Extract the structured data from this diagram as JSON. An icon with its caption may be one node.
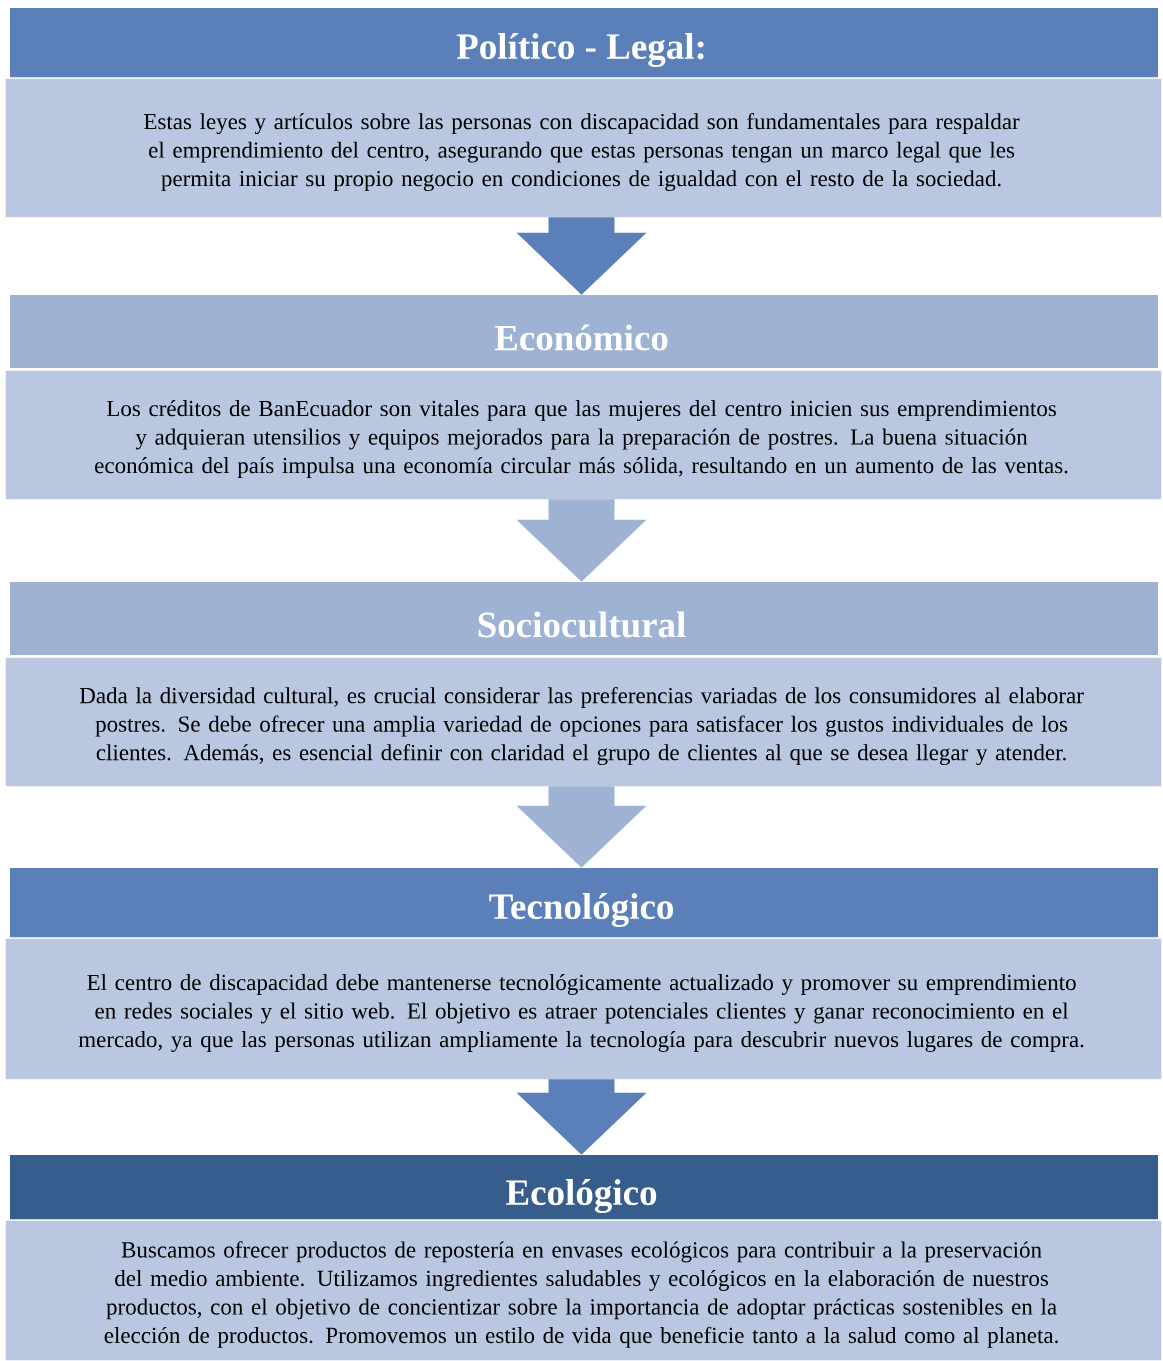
{
  "diagram": {
    "nodes": [
      {
        "text": [
          "Político - Legal:",
          "Estas leyes y artículos sobre las personas con discapacidad son fundamentales para respaldar el emprendimiento del centro, asegurando que estas personas tengan un marco legal que les permita iniciar su propio negocio en condiciones de igualdad con el resto de la sociedad."
        ]
      },
      {
        "text": [
          "Económico",
          "Los créditos de BanEcuador son vitales para que las mujeres del centro inicien sus emprendimientos y adquieran utensilios y equipos mejorados para la preparación de postres. La buena situación económica del país impulsa una economía circular más sólida, resultando en un aumento de las ventas."
        ]
      },
      {
        "text": [
          "Sociocultural",
          "Dada la diversidad cultural, es crucial considerar las preferencias variadas de los consumidores al elaborar postres. Se debe ofrecer una amplia variedad de opciones para satisfacer los gustos individuales de los clientes. Además, es esencial definir con claridad el grupo de clientes al que se desea llegar y atender."
        ]
      },
      {
        "text": [
          "Tecnológico",
          "El centro de discapacidad debe mantenerse tecnológicamente actualizado y promover su emprendimiento en redes sociales y el sitio web. El objetivo es atraer potenciales clientes y ganar reconocimiento en el mercado, ya que las personas utilizan ampliamente la tecnología para descubrir nuevos lugares de compra."
        ]
      },
      {
        "text": [
          "Ecológico",
          "Buscamos ofrecer productos de repostería en envases ecológicos para contribuir a la preservación del medio ambiente. Utilizamos ingredientes saludables y ecológicos en la elaboración de nuestros productos, con el objetivo de concientizar sobre la importancia de adoptar prácticas sostenibles en la elección de productos. Promovemos un estilo de vida que beneficie tanto a la salud como al planeta."
        ]
      }
    ],
    "edges": [
      {
        "from": 0,
        "to": 1,
        "arrow": "to",
        "color": "#5b80b9"
      },
      {
        "from": 1,
        "to": 2,
        "arrow": "to",
        "color": "#9eb2d3"
      },
      {
        "from": 2,
        "to": 3,
        "arrow": "to",
        "color": "#9eb2d3"
      },
      {
        "from": 3,
        "to": 4,
        "arrow": "to",
        "color": "#5b80b9"
      }
    ]
  }
}
